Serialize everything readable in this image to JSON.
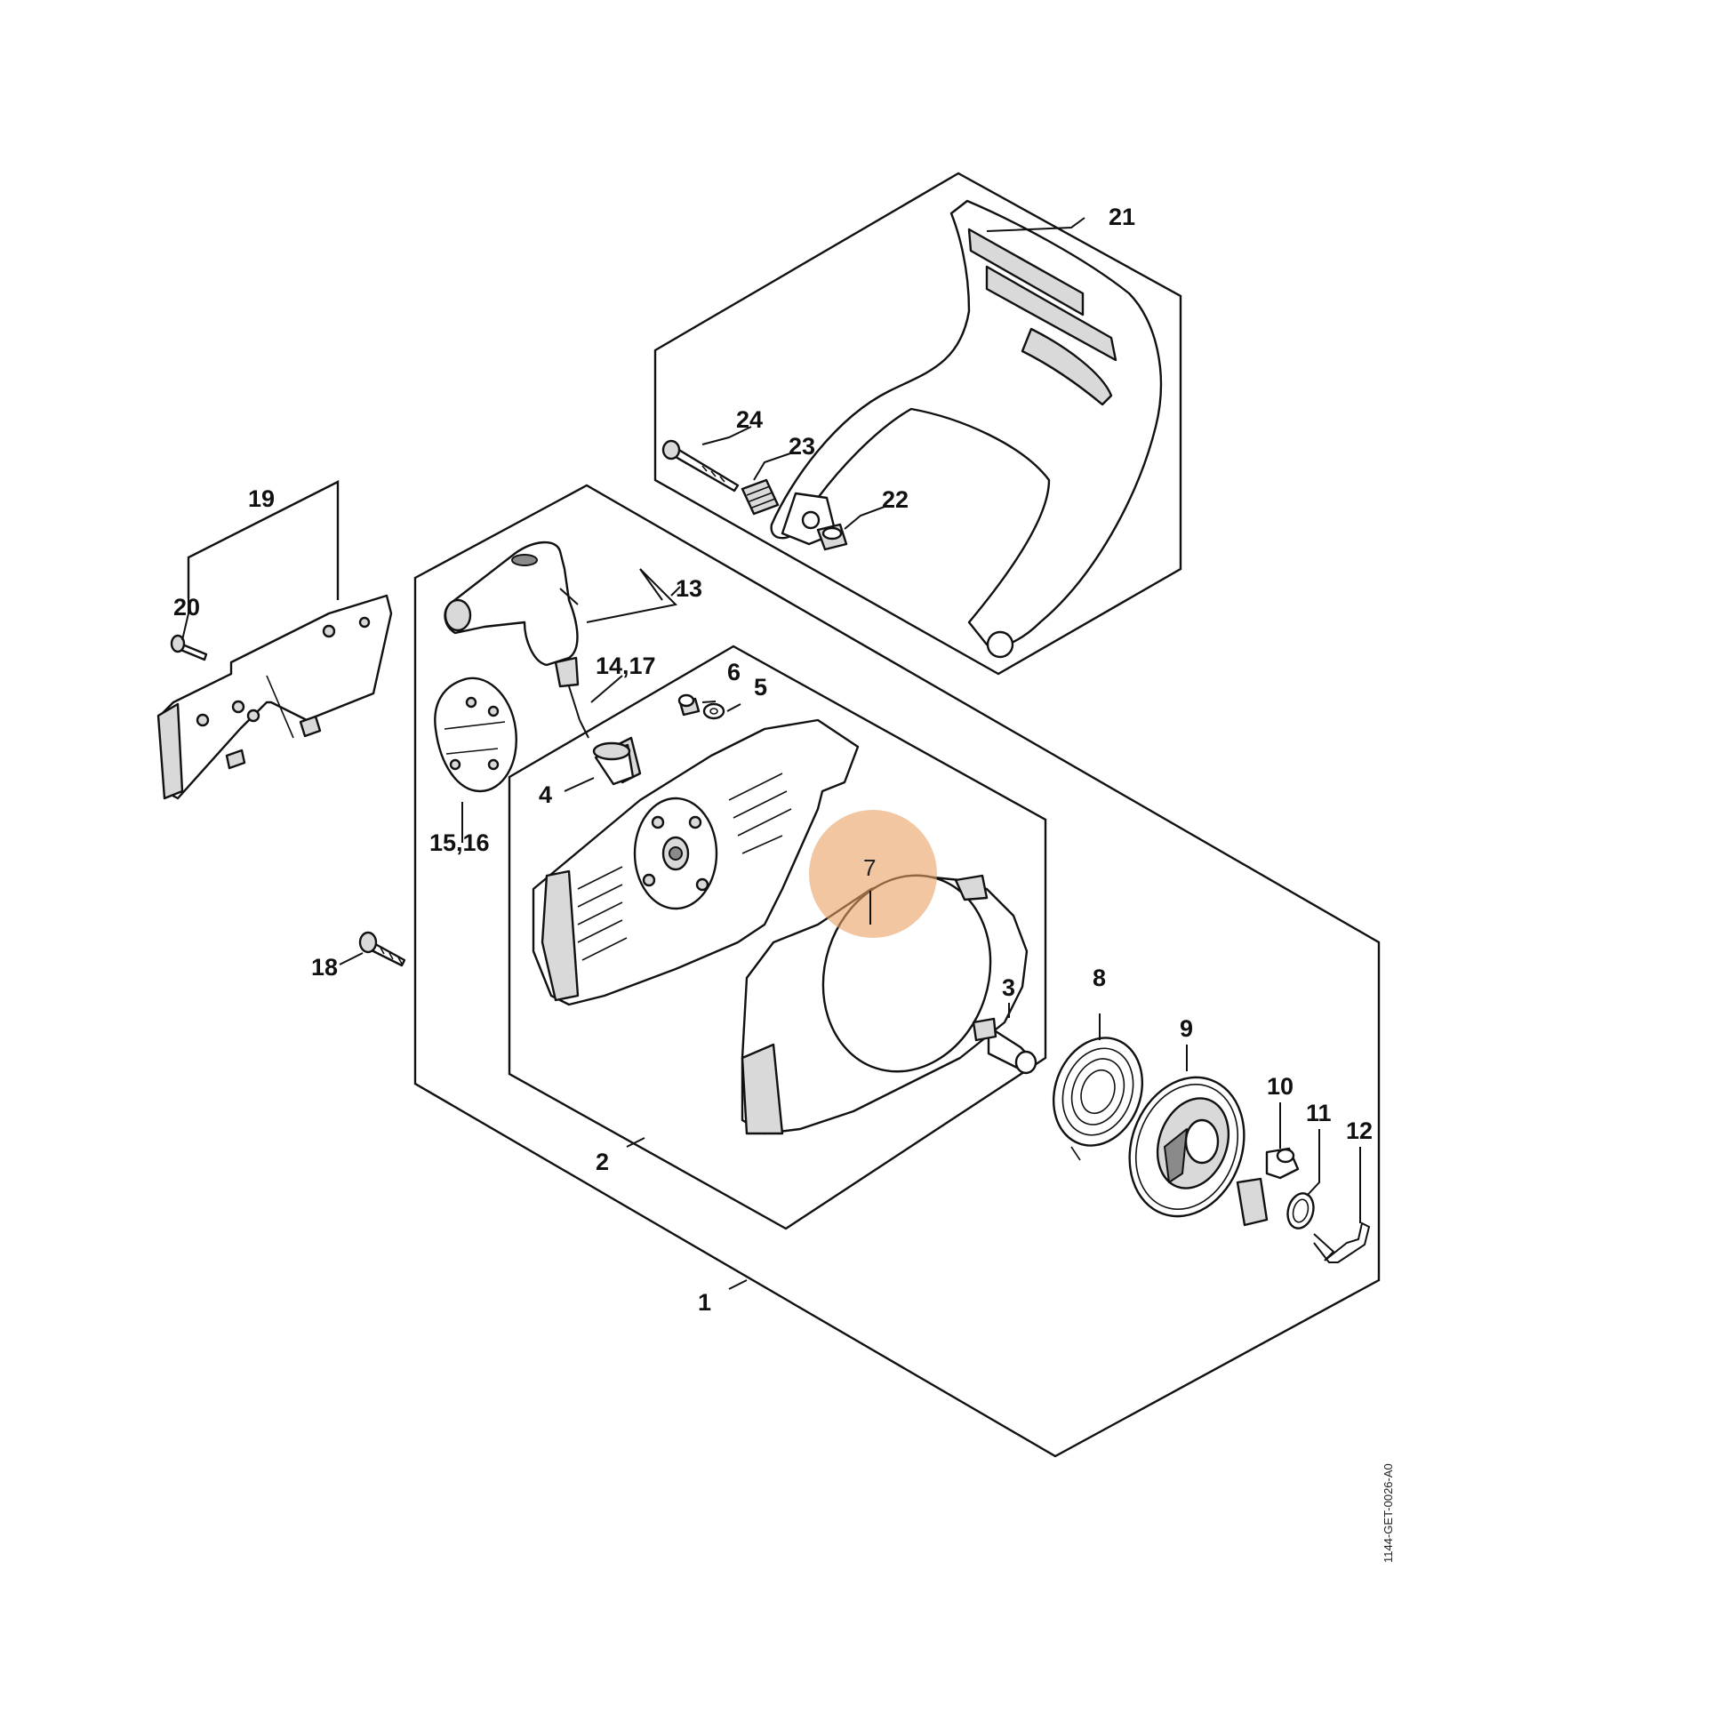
{
  "accent_color": "#e8a062",
  "highlighted_part": "7",
  "drawing_code": "1144-GET-0026-A0",
  "labels": {
    "p1": "1",
    "p2": "2",
    "p3": "3",
    "p4": "4",
    "p5": "5",
    "p6": "6",
    "p7": "7",
    "p8": "8",
    "p9": "9",
    "p10": "10",
    "p11": "11",
    "p12": "12",
    "p13": "13",
    "p14_17": "14,17",
    "p15_16": "15,16",
    "p18": "18",
    "p19": "19",
    "p20": "20",
    "p21": "21",
    "p22": "22",
    "p23": "23",
    "p24": "24"
  }
}
